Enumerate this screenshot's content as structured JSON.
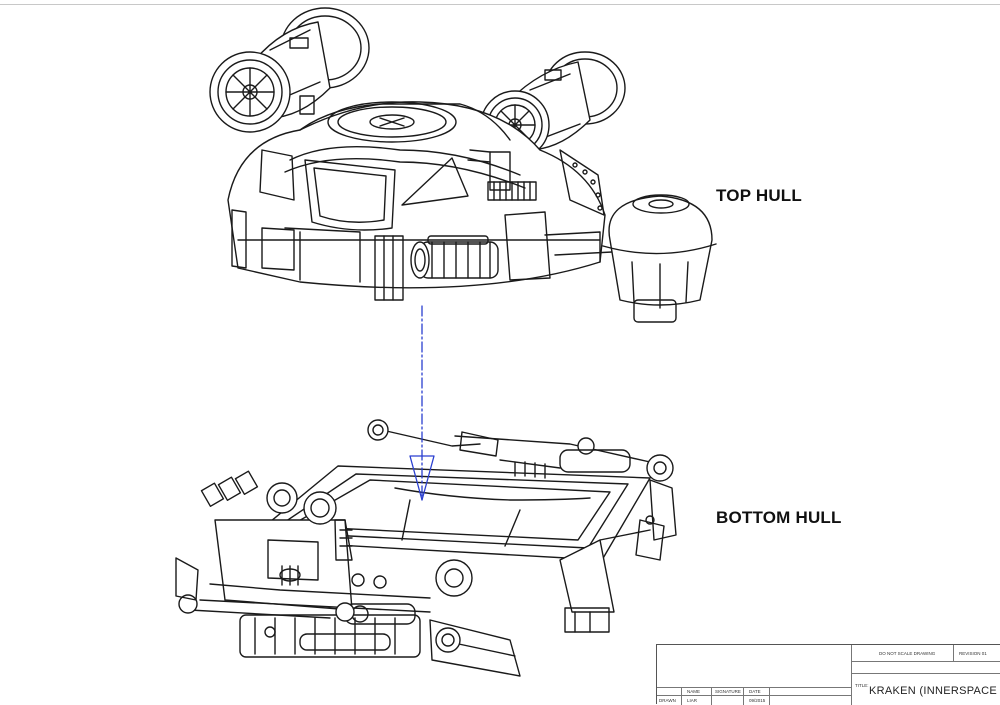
{
  "labels": {
    "top": "TOP HULL",
    "bottom": "BOTTOM HULL"
  },
  "title_block": {
    "note": "DO NOT SCALE DRAWING",
    "revision": "REVISION 01",
    "title_field": "TITLE:",
    "project": "KRAKEN (INNERSPACE",
    "col_name": "NAME",
    "col_signature": "SIGNATURE",
    "col_date": "DATE",
    "row_drawn": "DRAWN",
    "row_drawn_name": "LIAR",
    "row_drawn_date": "09/2015"
  },
  "colors": {
    "line": "#1a1a1a",
    "alignment_axis": "#2a3fd0",
    "paper": "#ffffff"
  }
}
